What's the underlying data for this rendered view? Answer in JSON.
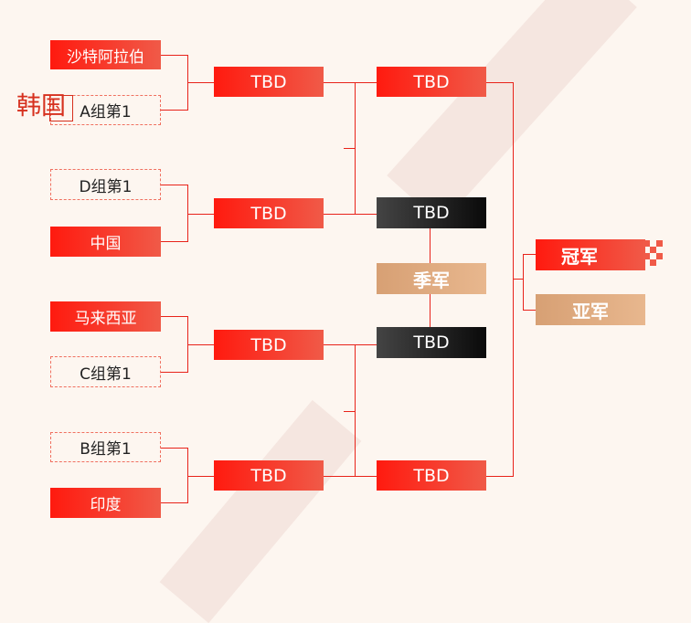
{
  "colors": {
    "accent": "#ff1a0f",
    "bronze": "#d9a277",
    "dark": "#111111",
    "background": "#fdf6f0"
  },
  "round1": [
    {
      "label": "沙特阿拉伯",
      "style": "filled"
    },
    {
      "label": "A组第1",
      "style": "dashed"
    },
    {
      "label": "D组第1",
      "style": "dashed"
    },
    {
      "label": "中国",
      "style": "filled"
    },
    {
      "label": "马来西亚",
      "style": "filled"
    },
    {
      "label": "C组第1",
      "style": "dashed"
    },
    {
      "label": "B组第1",
      "style": "dashed"
    },
    {
      "label": "印度",
      "style": "filled"
    }
  ],
  "quarterfinals": [
    "TBD",
    "TBD",
    "TBD",
    "TBD"
  ],
  "semifinals": [
    "TBD",
    "TBD"
  ],
  "third_place": {
    "label": "季军",
    "teams": [
      "TBD",
      "TBD"
    ]
  },
  "final": {
    "champion": "冠军",
    "runner_up": "亚军"
  },
  "handwritten_note": "韩国"
}
